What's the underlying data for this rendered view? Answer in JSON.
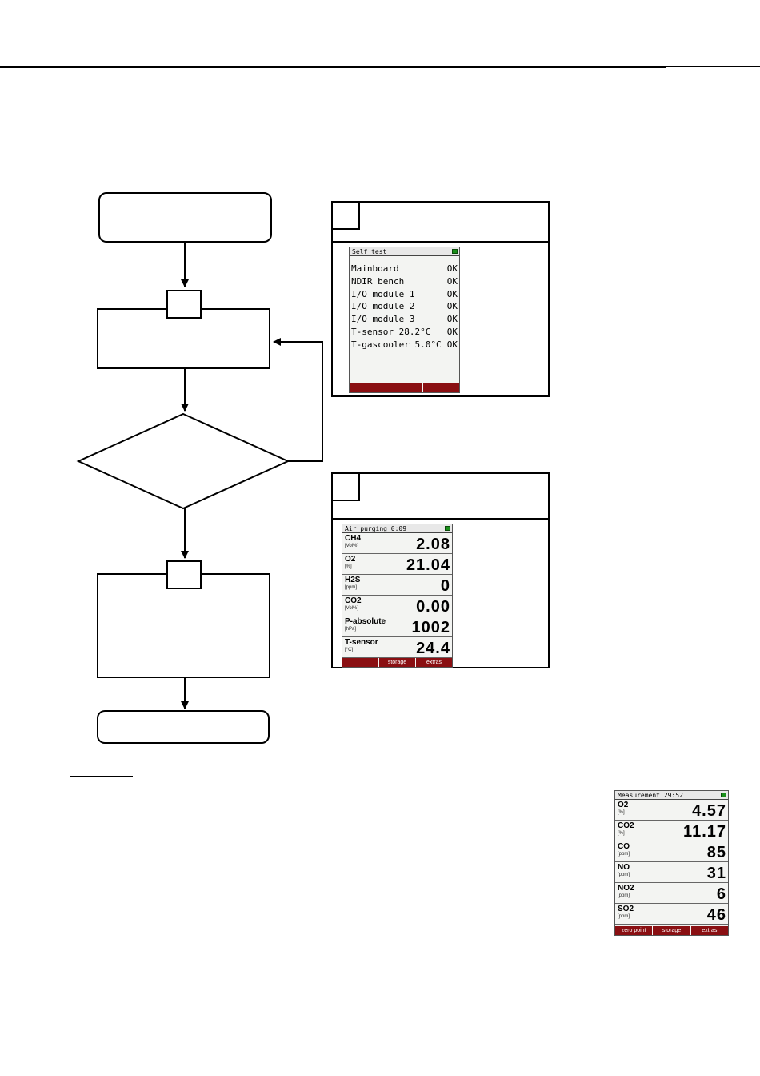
{
  "self_test_screen": {
    "title": "Self test",
    "items": [
      {
        "label": "Mainboard",
        "status": "OK"
      },
      {
        "label": "NDIR bench",
        "status": "OK"
      },
      {
        "label": "I/O module 1",
        "status": "OK"
      },
      {
        "label": "I/O module 2",
        "status": "OK"
      },
      {
        "label": "I/O module 3",
        "status": "OK"
      },
      {
        "label": "T-sensor 28.2°C",
        "status": "OK"
      },
      {
        "label": "T-gascooler 5.0°C",
        "status": "OK"
      }
    ],
    "softkeys": [
      "",
      "",
      ""
    ]
  },
  "air_purging_screen": {
    "title": "Air purging  0:09",
    "rows": [
      {
        "gas": "CH4",
        "unit": "[Vol%]",
        "value": "2.08"
      },
      {
        "gas": "O2",
        "unit": "[%]",
        "value": "21.04"
      },
      {
        "gas": "H2S",
        "unit": "[ppm]",
        "value": "0"
      },
      {
        "gas": "CO2",
        "unit": "[Vol%]",
        "value": "0.00"
      },
      {
        "gas": "P-absolute",
        "unit": "[hPa]",
        "value": "1002"
      },
      {
        "gas": "T-sensor",
        "unit": "[°C]",
        "value": "24.4"
      }
    ],
    "softkeys": [
      "",
      "storage",
      "extras"
    ]
  },
  "measurement_screen": {
    "title": "Measurement  29:52",
    "rows": [
      {
        "gas": "O2",
        "unit": "[%]",
        "value": "4.57"
      },
      {
        "gas": "CO2",
        "unit": "[%]",
        "value": "11.17"
      },
      {
        "gas": "CO",
        "unit": "[ppm]",
        "value": "85"
      },
      {
        "gas": "NO",
        "unit": "[ppm]",
        "value": "31"
      },
      {
        "gas": "NO2",
        "unit": "[ppm]",
        "value": "6"
      },
      {
        "gas": "SO2",
        "unit": "[ppm]",
        "value": "46"
      }
    ],
    "softkeys": [
      "zero point",
      "storage",
      "extras"
    ]
  },
  "colors": {
    "softkey_bg": "#8a0f12",
    "battery": "#1a8f1a",
    "screen_bg": "#f3f4f2"
  }
}
